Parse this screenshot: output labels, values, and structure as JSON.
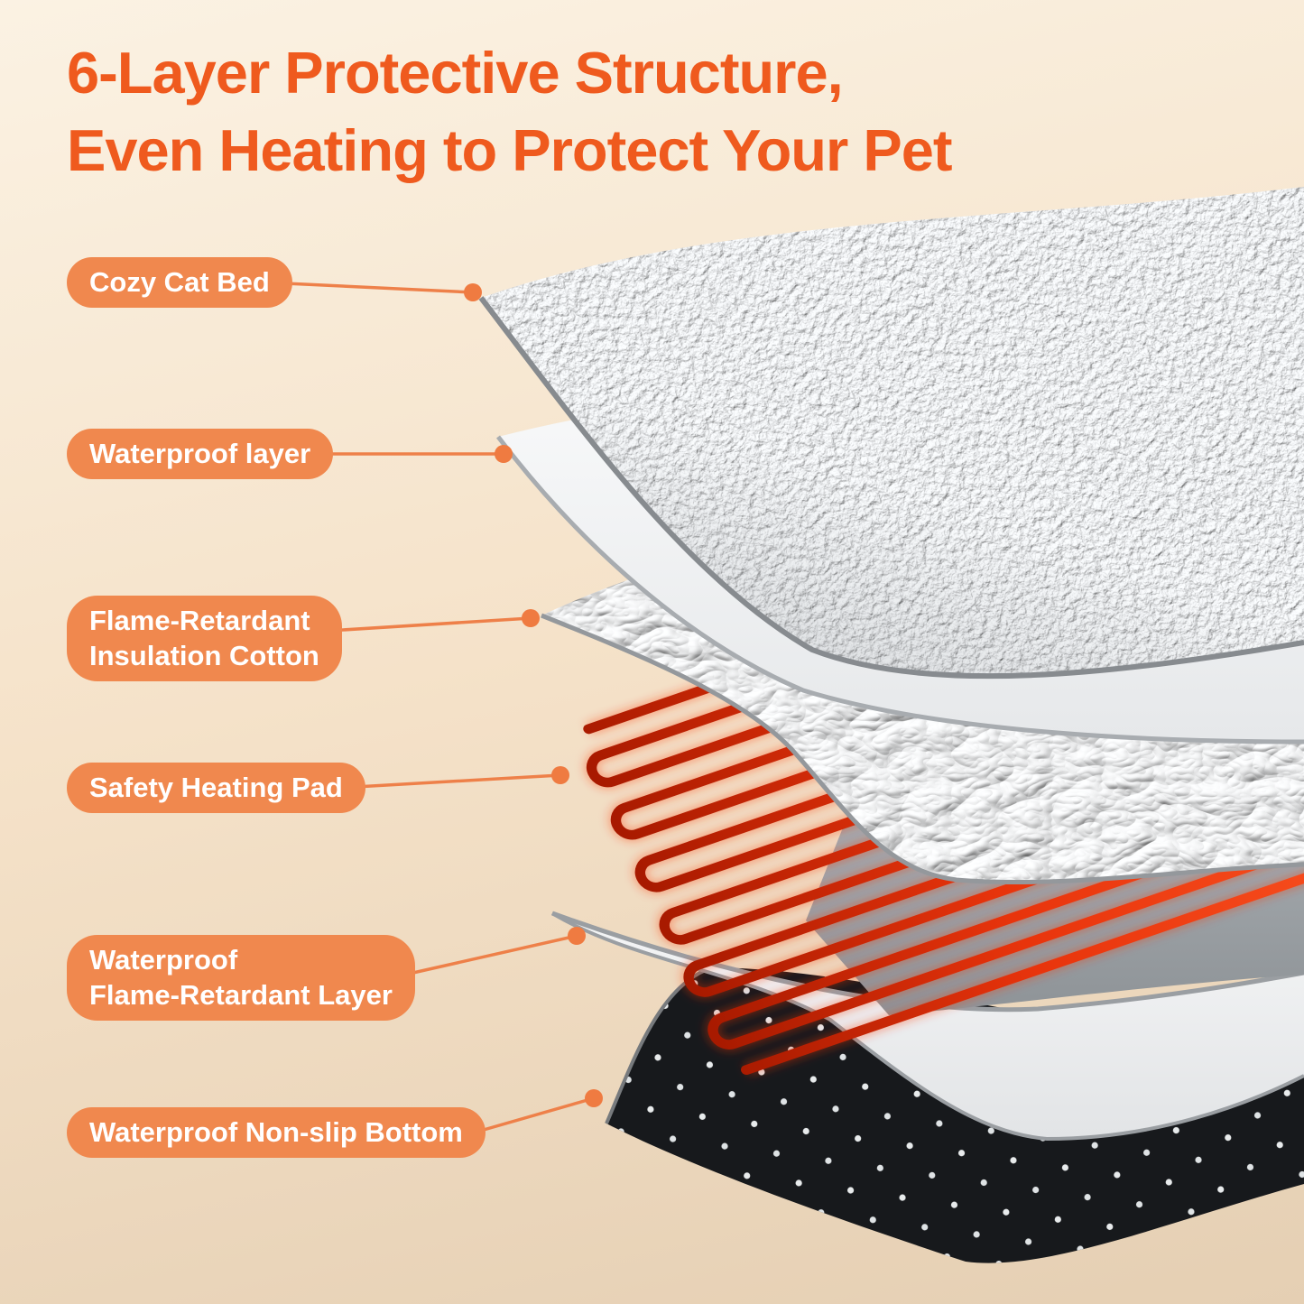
{
  "title": {
    "line1": "6-Layer Protective Structure,",
    "line2": "Even Heating to Protect Your Pet"
  },
  "labels": [
    {
      "text": "Cozy Cat Bed"
    },
    {
      "text": "Waterproof layer"
    },
    {
      "text": "Flame-Retardant\nInsulation Cotton"
    },
    {
      "text": "Safety Heating Pad"
    },
    {
      "text": "Waterproof\nFlame-Retardant Layer"
    },
    {
      "text": "Waterproof Non-slip Bottom"
    }
  ],
  "diagram": {
    "layer_count": 6,
    "layers_top_to_bottom": [
      {
        "label": "Cozy Cat Bed",
        "appearance": "gray-sherpa-fleece-sheet"
      },
      {
        "label": "Waterproof layer",
        "appearance": "white-smooth-sheet"
      },
      {
        "label": "Flame-Retardant Insulation Cotton",
        "appearance": "silver-foil-crinkled-sheet"
      },
      {
        "label": "Safety Heating Pad",
        "appearance": "red-serpentine-heating-wire"
      },
      {
        "label": "Waterproof Flame-Retardant Layer",
        "appearance": "white-smooth-sheet"
      },
      {
        "label": "Waterproof Non-slip Bottom",
        "appearance": "black-fabric-with-white-grip-dots"
      }
    ]
  },
  "colors": {
    "title": "#ef5a1e",
    "pill": "#f0884e",
    "pill_text": "#ffffff",
    "connector": "#ee8049",
    "dot": "#ef7b41",
    "background_top": "#fbf2e3",
    "background_mid": "#f5e2c9",
    "background_bottom": "#e5cfb3",
    "wire_dark": "#a81a00",
    "wire_bright": "#ff5a26",
    "sherpa_gray": "#c3c7cb",
    "foil_gray": "#d9dbdd",
    "white_layer": "#f1f2f4",
    "shadow_plane": "#9aa0a5",
    "black_layer": "#17191c"
  }
}
